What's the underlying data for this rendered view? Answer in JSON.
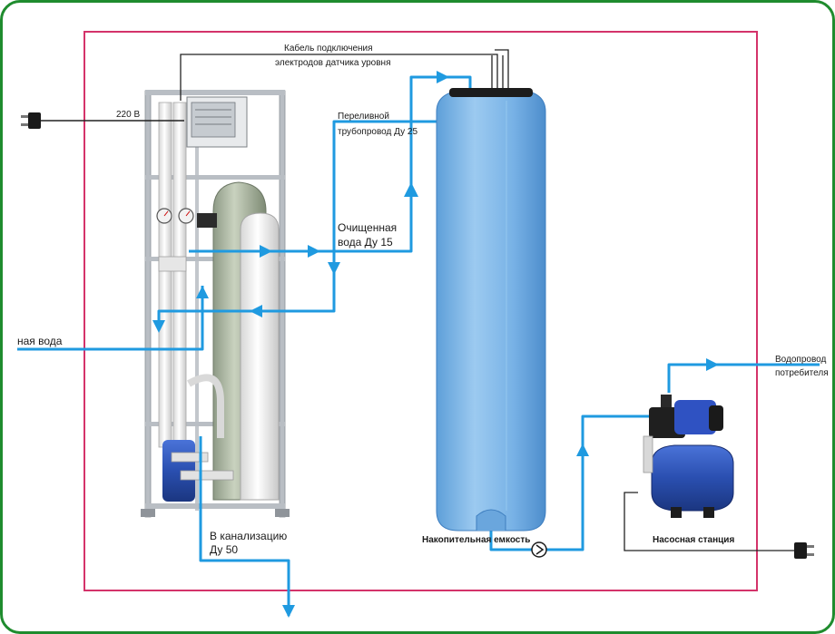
{
  "labels": {
    "cable_line1": "Кабель подключения",
    "cable_line2": "электродов датчика уровня",
    "power": "220 В",
    "overflow_line1": "Переливной",
    "overflow_line2": "трубопровод Ду 25",
    "purified_line1": "Очищенная",
    "purified_line2": "вода Ду 15",
    "inlet": "ная вода",
    "drain_line1": "В канализацию",
    "drain_line2": "Ду 50",
    "tank": "Накопительная емкость",
    "pump": "Насосная станция",
    "consumer_line1": "Водопровод",
    "consumer_line2": "потребителя"
  },
  "colors": {
    "frame_border": "#1f8c2e",
    "boundary": "#d4336a",
    "water_pipe": "#1f9ae0",
    "tank_body": "#7fb6e6",
    "pump_body": "#2a4fb0",
    "cable": "#222222"
  }
}
